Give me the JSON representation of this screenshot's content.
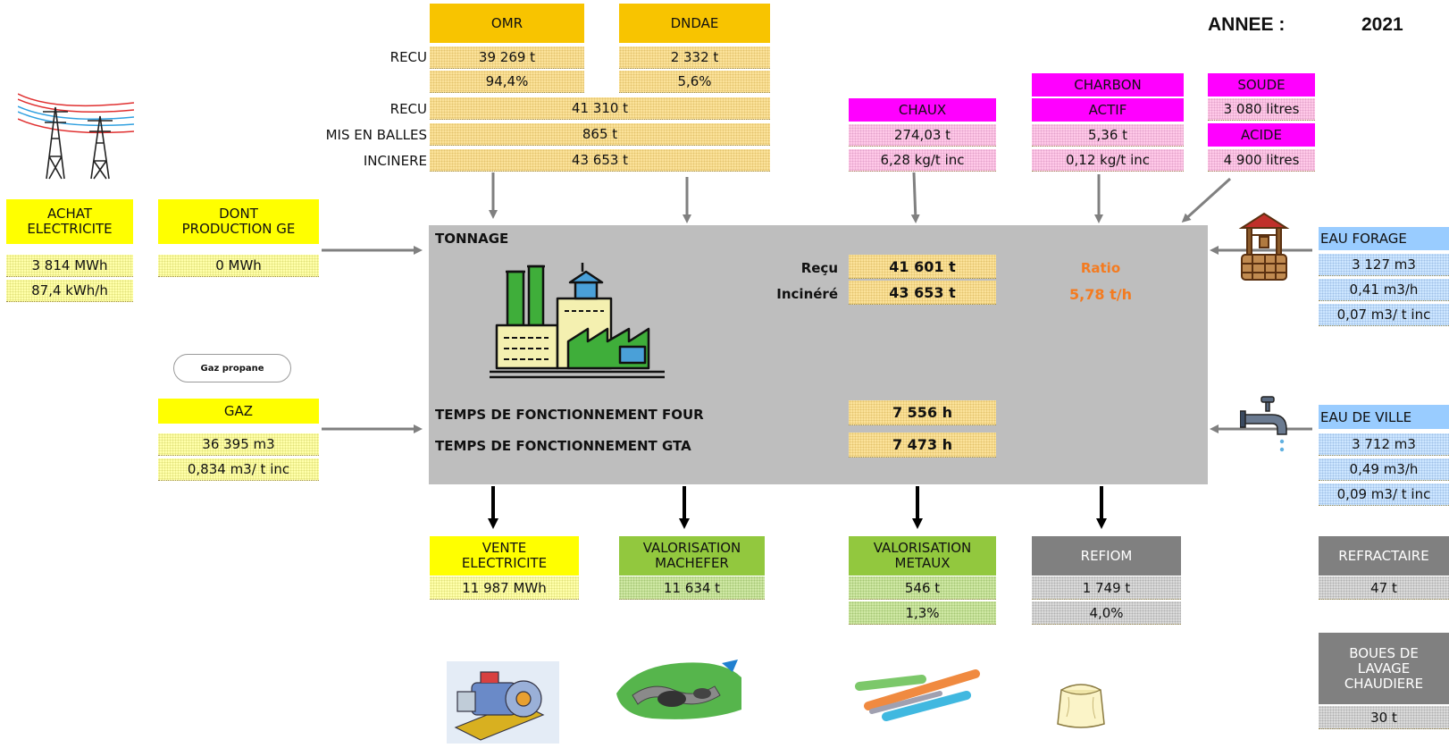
{
  "annee": {
    "label": "ANNEE :",
    "value": "2021"
  },
  "inputs_top": {
    "omr": {
      "header": "OMR",
      "recu": "39 269 t",
      "pct": "94,4%"
    },
    "dndae": {
      "header": "DNDAE",
      "recu": "2 332 t",
      "pct": "5,6%"
    },
    "row_labels": {
      "recu1": "RECU",
      "recu2": "RECU",
      "balles": "MIS EN BALLES",
      "incinere": "INCINERE"
    },
    "recu_total": "41 310 t",
    "balles": "865 t",
    "incinere": "43 653 t"
  },
  "reactifs": {
    "chaux": {
      "header": "CHAUX",
      "qty": "274,03 t",
      "ratio": "6,28 kg/t inc"
    },
    "charbon": {
      "header1": "CHARBON",
      "header2": "ACTIF",
      "qty": "5,36 t",
      "ratio": "0,12 kg/t inc"
    },
    "soude": {
      "header": "SOUDE",
      "qty": "3 080 litres"
    },
    "acide": {
      "header": "ACIDE",
      "qty": "4 900 litres"
    }
  },
  "electricite": {
    "header1": "ACHAT",
    "header2": "ELECTRICITE",
    "mwh": "3 814 MWh",
    "kwh": "87,4 kWh/h"
  },
  "production_ge": {
    "header1": "DONT",
    "header2": "PRODUCTION GE",
    "mwh": "0 MWh"
  },
  "gaz": {
    "tank_label": "Gaz propane",
    "header": "GAZ",
    "m3": "36 395 m3",
    "ratio": "0,834 m3/ t inc"
  },
  "central": {
    "title": "TONNAGE",
    "recu_label": "Reçu",
    "recu_value": "41 601 t",
    "incinere_label": "Incinéré",
    "incinere_value": "43 653 t",
    "ratio_label": "Ratio",
    "ratio_value": "5,78 t/h",
    "four_label": "TEMPS DE FONCTIONNEMENT FOUR",
    "four_value": "7 556 h",
    "gta_label": "TEMPS DE FONCTIONNEMENT GTA",
    "gta_value": "7 473 h"
  },
  "eau_forage": {
    "header": "EAU FORAGE",
    "m3": "3 127 m3",
    "m3h": "0,41 m3/h",
    "ratio": "0,07 m3/ t inc"
  },
  "eau_ville": {
    "header": "EAU DE VILLE",
    "m3": "3 712 m3",
    "m3h": "0,49 m3/h",
    "ratio": "0,09 m3/ t inc"
  },
  "outputs": {
    "vente": {
      "header1": "VENTE",
      "header2": "ELECTRICITE",
      "value": "11 987 MWh"
    },
    "machefer": {
      "header1": "VALORISATION",
      "header2": "MACHEFER",
      "value": "11 634 t"
    },
    "metaux": {
      "header1": "VALORISATION",
      "header2": "METAUX",
      "value": "546 t",
      "pct": "1,3%"
    },
    "refiom": {
      "header": "REFIOM",
      "value": "1 749 t",
      "pct": "4,0%"
    },
    "refractaire": {
      "header": "REFRACTAIRE",
      "value": "47 t"
    },
    "boues": {
      "header1": "BOUES DE",
      "header2": "LAVAGE",
      "header3": "CHAUDIERE",
      "value": "30 t"
    }
  },
  "colors": {
    "arrow_gray": "#808080",
    "arrow_black": "#000000",
    "central_bg": "#bebebe",
    "ratio_orange": "#f47b20"
  },
  "icons": [
    "power-pylons-icon",
    "propane-tank-icon",
    "factory-icon",
    "water-well-icon",
    "water-tap-icon",
    "turbine-icon",
    "road-icon",
    "metal-bars-icon",
    "residue-bag-icon"
  ]
}
